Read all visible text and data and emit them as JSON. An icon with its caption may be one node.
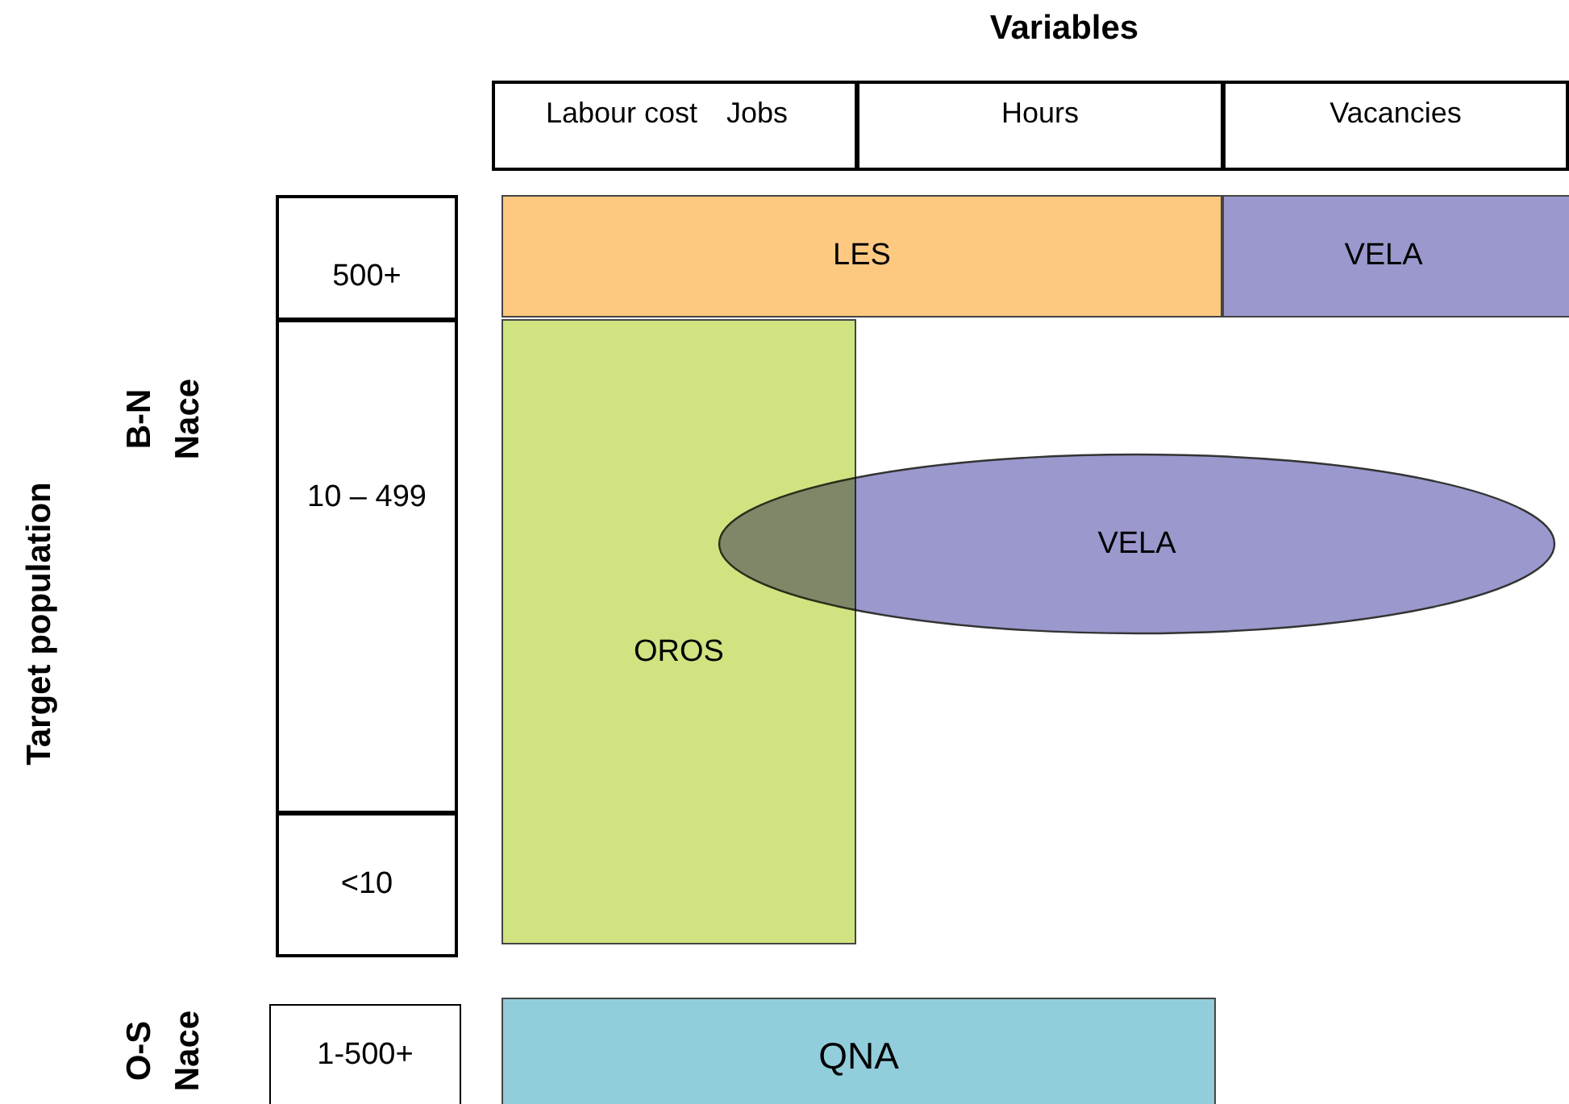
{
  "diagram": {
    "nodes": [
      {
        "text": [
          "Labour cost",
          "Jobs"
        ]
      },
      {
        "text": [
          "Hours"
        ]
      },
      {
        "text": [
          "Vacancies"
        ]
      },
      {
        "text": [
          "500+"
        ]
      },
      {
        "text": [
          "10 – 499"
        ]
      },
      {
        "text": [
          "<10"
        ]
      },
      {
        "text": [
          "1-500+"
        ]
      },
      {
        "text": [
          "LES"
        ]
      },
      {
        "text": [
          "VELA"
        ]
      },
      {
        "text": [
          "VELA"
        ]
      },
      {
        "text": [
          "OROS"
        ]
      },
      {
        "text": [
          "QNA"
        ]
      }
    ],
    "edges": [],
    "labels": [
      "Variables",
      "Target population",
      "B-N Nace",
      "O-S Nace"
    ]
  }
}
